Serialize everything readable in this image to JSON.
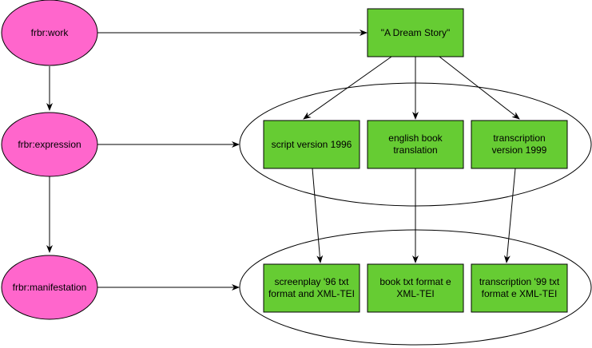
{
  "colors": {
    "class_node_fill": "#ff66cc",
    "instance_node_fill": "#66cc33",
    "stroke": "#000000",
    "background": "#ffffff"
  },
  "classes": {
    "work": "frbr:work",
    "expression": "frbr:expression",
    "manifestation": "frbr:manifestation"
  },
  "work": {
    "title": "\"A Dream Story\""
  },
  "expressions": [
    {
      "line1": "script version 1996",
      "line2": ""
    },
    {
      "line1": "english book",
      "line2": "translation"
    },
    {
      "line1": "transcription",
      "line2": "version 1999"
    }
  ],
  "manifestations": [
    {
      "line1": "screenplay '96 txt",
      "line2": "format and XML-TEI"
    },
    {
      "line1": "book txt format e",
      "line2": "XML-TEI"
    },
    {
      "line1": "transcription '99 txt",
      "line2": "format e XML-TEI"
    }
  ]
}
